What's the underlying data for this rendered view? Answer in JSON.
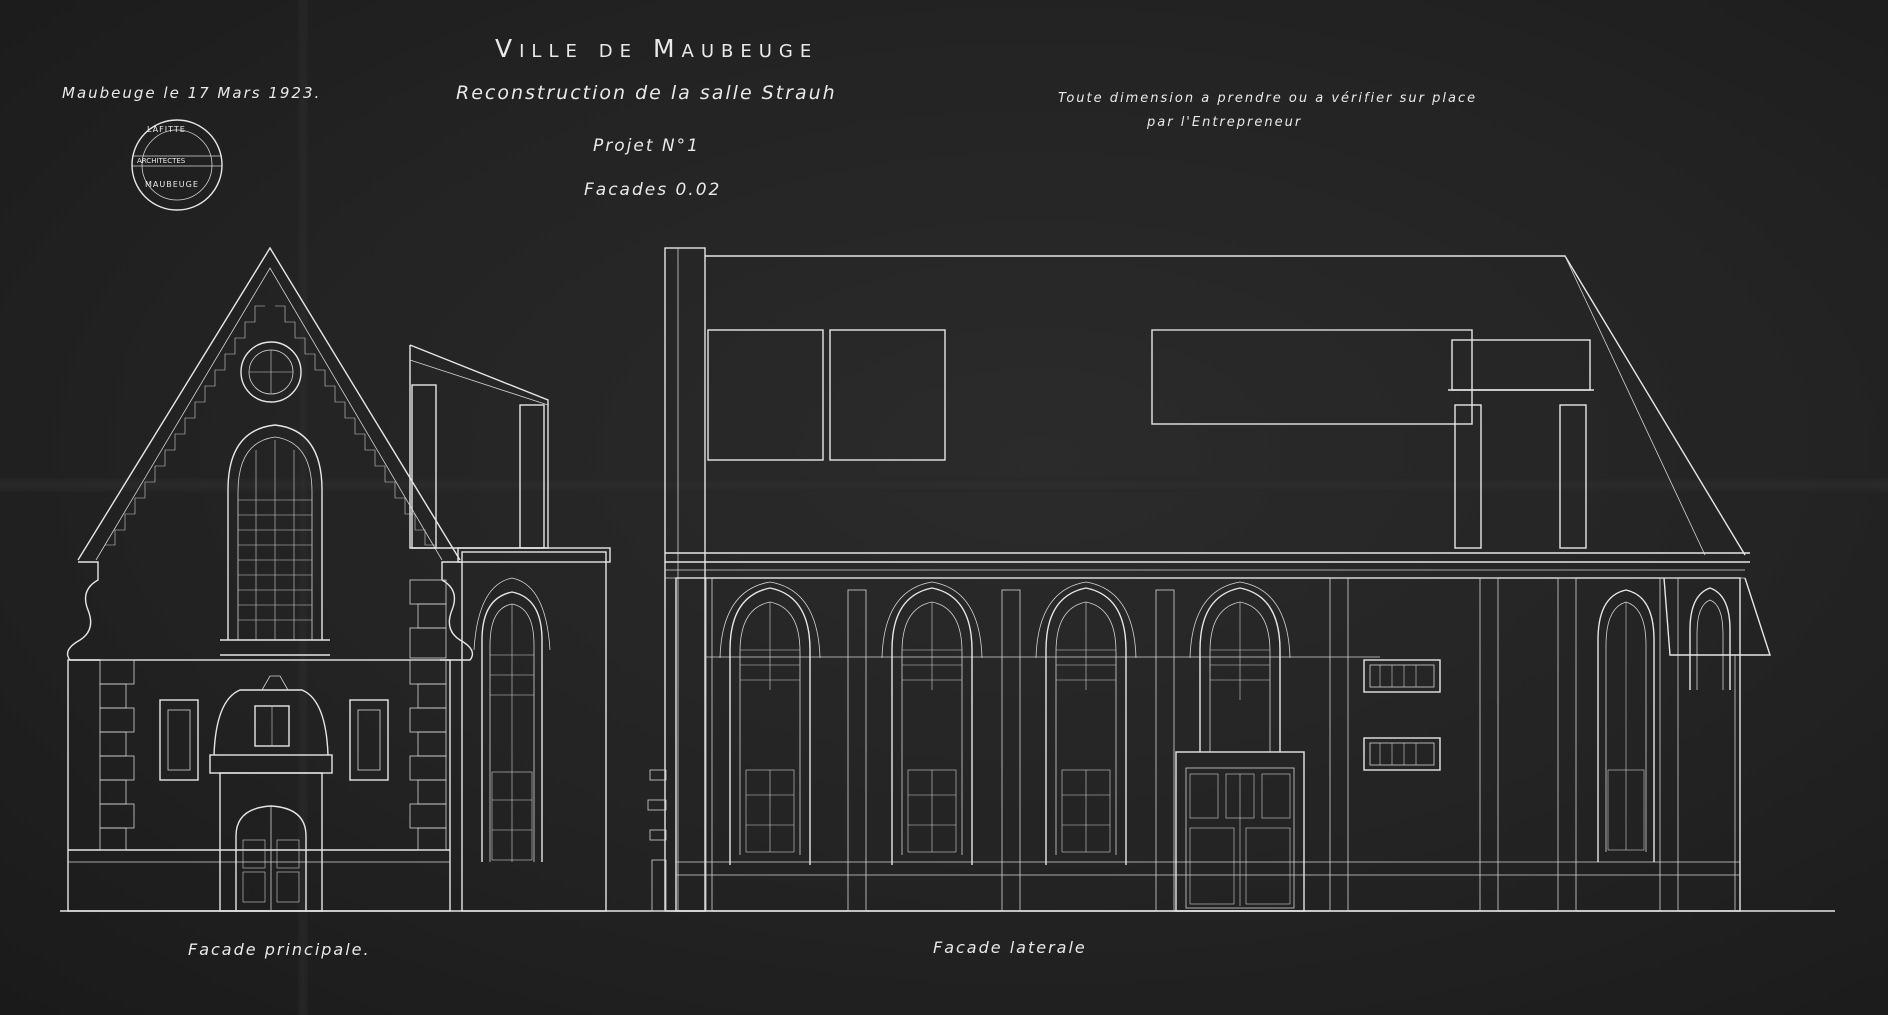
{
  "sheet": {
    "title": "Ville de Maubeuge",
    "subtitle": "Reconstruction de la salle Strauh",
    "project": "Projet N°1",
    "scale": "Facades 0.02",
    "date": "Maubeuge le 17 Mars 1923.",
    "note_line1": "Toute dimension a prendre ou a vérifier sur place",
    "note_line2": "par l'Entrepreneur",
    "stamp_top": "LAFITTE",
    "stamp_middle": "ARCHITECTES",
    "stamp_bottom": "MAUBEUGE"
  },
  "elevations": {
    "main_label": "Facade principale.",
    "side_label": "Facade laterale"
  },
  "colors": {
    "paper": "#232323",
    "line": "#e6e6e6"
  }
}
